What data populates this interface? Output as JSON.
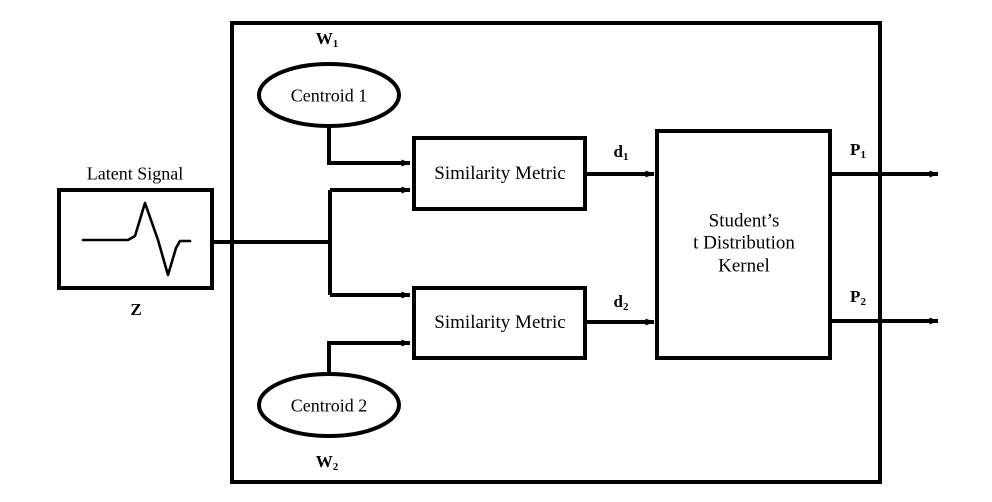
{
  "diagram": {
    "title": "Student's t Distribution Kernel soft-assignment block diagram",
    "background_color": "#ffffff",
    "stroke_color": "#000000",
    "input_block": {
      "label": "Latent Signal",
      "variable": "Z",
      "variable_base": "Z",
      "icon": "waveform-icon"
    },
    "centroids": [
      {
        "label": "Centroid 1",
        "variable_base": "W",
        "variable_sub": "1"
      },
      {
        "label": "Centroid 2",
        "variable_base": "W",
        "variable_sub": "2"
      }
    ],
    "similarity_blocks": [
      {
        "label": "Similarity Metric",
        "output_base": "d",
        "output_sub": "1"
      },
      {
        "label": "Similarity Metric",
        "output_base": "d",
        "output_sub": "2"
      }
    ],
    "kernel_block": {
      "line1": "Student’s",
      "line2": "t Distribution",
      "line3": "Kernel"
    },
    "outputs": [
      {
        "base": "P",
        "sub": "1"
      },
      {
        "base": "P",
        "sub": "2"
      }
    ]
  }
}
